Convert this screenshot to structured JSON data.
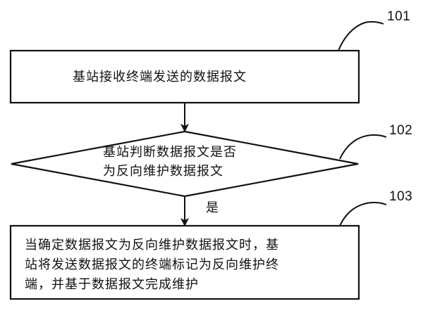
{
  "steps": [
    {
      "id": "101",
      "shape": "rectangle",
      "lines": [
        "基站接收终端发送的数据报文"
      ]
    },
    {
      "id": "102",
      "shape": "diamond",
      "lines": [
        "基站判断数据报文是否",
        "为反向维护数据报文"
      ]
    },
    {
      "id": "103",
      "shape": "rectangle",
      "lines": [
        "当确定数据报文为反向维护数据报文时，基",
        "站将发送数据报文的终端标记为反向维护终",
        "端，并基于数据报文完成维护"
      ]
    }
  ],
  "edges": [
    {
      "from": "101",
      "to": "102",
      "label": ""
    },
    {
      "from": "102",
      "to": "103",
      "label": "是"
    }
  ],
  "style": {
    "stroke": "#111111",
    "background": "#ffffff"
  }
}
